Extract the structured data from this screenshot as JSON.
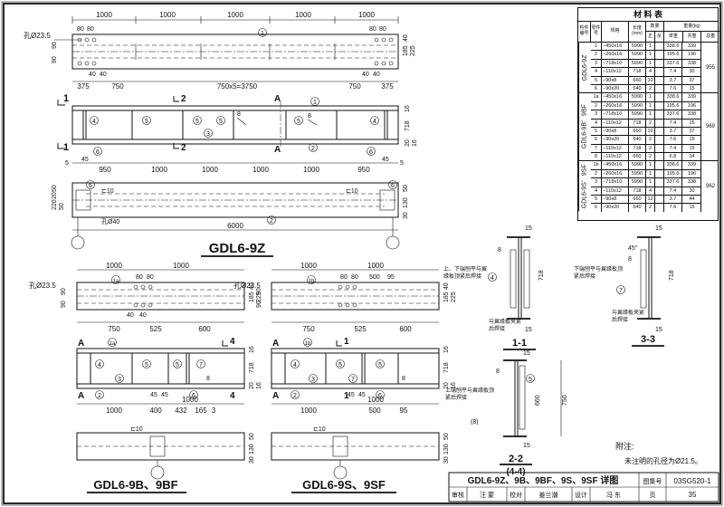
{
  "views": {
    "main": {
      "top": {
        "hole_label": "孔Ø23.5",
        "dims_top": [
          "1000",
          "1000",
          "1000",
          "1000",
          "1000"
        ],
        "dims_small": [
          "80",
          "80",
          "80",
          "80"
        ],
        "dims_40": [
          "40",
          "40",
          "40",
          "40"
        ],
        "dims_bottom": [
          "375",
          "750",
          "750x5=3750",
          "750",
          "375"
        ],
        "dims_side_left": [
          "90",
          "90"
        ],
        "dims_side_right": [
          "40",
          "185",
          "225"
        ],
        "marks": [
          "1"
        ]
      },
      "front": {
        "sec_left": "1",
        "sec_mid": "2",
        "sec_a": "A",
        "marks": [
          "4",
          "5",
          "5",
          "5",
          "5",
          "4",
          "3",
          "2",
          "1",
          "8",
          "6",
          "6",
          "8"
        ],
        "dims_bottom": [
          "950",
          "1000",
          "1000",
          "1000",
          "1000",
          "950"
        ],
        "dims_side": [
          "5",
          "45",
          "45",
          "5",
          "16",
          "718",
          "20",
          "16"
        ]
      },
      "bottom": {
        "label_left": "⊏10",
        "label_right": "⊏10",
        "hole": "孔Ø40",
        "length": "6000",
        "dims_left": [
          "50",
          "20",
          "220",
          "50"
        ],
        "dims_right": [
          "50",
          "130",
          "30"
        ],
        "marks": [
          "6",
          "6",
          "2"
        ]
      },
      "title": "GDL6-9Z"
    },
    "b": {
      "title": "GDL6-9B、9BF",
      "top": {
        "hole": "孔Ø23.5",
        "dims": [
          "1000",
          "1000",
          "80",
          "80",
          "40",
          "40",
          "750",
          "525",
          "600"
        ],
        "side": [
          "90",
          "90",
          "40",
          "185",
          "225"
        ],
        "mark": "1a"
      },
      "front": {
        "sec": "A",
        "sec4": "4",
        "marks": [
          "1a",
          "4",
          "5",
          "5",
          "7",
          "3",
          "2",
          "6",
          "8"
        ],
        "dims": [
          "1000",
          "1000",
          "400",
          "432",
          "165",
          "3",
          "45",
          "45"
        ],
        "side": [
          "16",
          "718",
          "20",
          "16"
        ]
      },
      "bottom": {
        "label": "⊏10",
        "side": [
          "50",
          "130",
          "30"
        ]
      }
    },
    "s": {
      "title": "GDL6-9S、9SF",
      "top": {
        "hole": "孔Ø23.5",
        "dims": [
          "1000",
          "1000",
          "80",
          "80",
          "500",
          "95",
          "750",
          "525",
          "600"
        ],
        "side": [
          "90",
          "90",
          "40",
          "185",
          "225"
        ],
        "mark": "1b"
      },
      "front": {
        "sec": "A",
        "sec1": "1",
        "marks": [
          "1b",
          "4",
          "5",
          "5",
          "7",
          "3",
          "2",
          "6",
          "8"
        ],
        "dims": [
          "1000",
          "1000",
          "500",
          "95",
          "45",
          "45"
        ],
        "side": [
          "16",
          "718",
          "20",
          "16"
        ]
      },
      "bottom": {
        "label": "⊏10",
        "side": [
          "50",
          "130",
          "30"
        ]
      }
    }
  },
  "sections": {
    "s11": {
      "title": "1-1",
      "note_top": "上、下端刨平与翼缘板顶紧后焊接",
      "note_bottom": "与翼缘板夹紧后焊接",
      "dims": [
        "15",
        "718",
        "15"
      ],
      "marks": [
        "8",
        "4"
      ]
    },
    "s33": {
      "title": "3-3",
      "note_top": "下端刨平与翼缘板顶紧后焊接",
      "note_bottom": "与翼缘板夹紧后焊接",
      "dims": [
        "15",
        "45°",
        "718",
        "15"
      ],
      "marks": [
        "8",
        "7"
      ]
    },
    "s22": {
      "title": "2-2",
      "subtitle": "(4-4)",
      "note": "上端刨平与翼缘板顶紧后焊接",
      "note_mark": "(8)",
      "dims": [
        "15",
        "660",
        "750",
        "15"
      ],
      "marks": [
        "8",
        "5"
      ]
    }
  },
  "table": {
    "title": "材 料 表",
    "headers": {
      "member": "构件编号",
      "part": "零件号",
      "spec": "规格",
      "length": "长度(mm)",
      "count": "数量",
      "pos": "正",
      "neg": "反",
      "weight": "重量(kg)",
      "single": "单重",
      "total_row": "共重",
      "sum": "总重"
    },
    "groups": [
      {
        "name": "GDL6-9Z",
        "total": "955",
        "rows": [
          [
            "1",
            "−450x16",
            "5990",
            "1",
            "",
            "338.6",
            "339"
          ],
          [
            "2",
            "−260x16",
            "5990",
            "1",
            "",
            "195.6",
            "196"
          ],
          [
            "3",
            "−718x10",
            "5990",
            "1",
            "",
            "337.6",
            "338"
          ],
          [
            "4",
            "−110x12",
            "718",
            "4",
            "",
            "7.4",
            "30"
          ],
          [
            "5",
            "−90x8",
            "660",
            "10",
            "",
            "3.7",
            "37"
          ],
          [
            "6",
            "−90x20",
            "540",
            "2",
            "",
            "7.6",
            "15"
          ]
        ]
      },
      {
        "name": "GDL6-9B、9BF",
        "total": "969",
        "rows": [
          [
            "1a",
            "−450x16",
            "5990",
            "1",
            "",
            "338.6",
            "339"
          ],
          [
            "2",
            "−260x16",
            "5990",
            "1",
            "",
            "195.6",
            "196"
          ],
          [
            "3",
            "−718x10",
            "5990",
            "1",
            "",
            "337.6",
            "338"
          ],
          [
            "4",
            "−110x12",
            "718",
            "2",
            "",
            "7.4",
            "15"
          ],
          [
            "5",
            "−90x8",
            "660",
            "10",
            "",
            "3.7",
            "37"
          ],
          [
            "6",
            "−90x20",
            "540",
            "2",
            "",
            "7.6",
            "15"
          ],
          [
            "7",
            "−110x12",
            "718",
            "2",
            "",
            "7.4",
            "15"
          ],
          [
            "8",
            "−110x12",
            "660",
            "2",
            "",
            "6.8",
            "14"
          ]
        ]
      },
      {
        "name": "GDL6-9S、9SF",
        "total": "962",
        "rows": [
          [
            "1b",
            "−450x16",
            "5990",
            "1",
            "",
            "338.6",
            "339"
          ],
          [
            "2",
            "−260x16",
            "5990",
            "1",
            "",
            "195.6",
            "196"
          ],
          [
            "3",
            "−718x10",
            "5990",
            "1",
            "",
            "337.6",
            "338"
          ],
          [
            "4",
            "−110x12",
            "718",
            "4",
            "",
            "7.4",
            "30"
          ],
          [
            "5",
            "−90x8",
            "660",
            "12",
            "",
            "3.7",
            "44"
          ],
          [
            "6",
            "−90x20",
            "540",
            "2",
            "",
            "7.6",
            "15"
          ]
        ]
      }
    ]
  },
  "note": {
    "title": "附注:",
    "text": "未注明的孔径为Ø21.5。"
  },
  "titleblock": {
    "title": "GDL6-9Z、9B、9BF、9S、9SF 详图",
    "atlas_label": "图集号",
    "atlas": "03SG520-1",
    "review": "审核",
    "reviewer": "汪 蒙",
    "check": "校对",
    "checker": "姜兰潮",
    "design": "设计",
    "designer": "冯 东",
    "page_label": "页",
    "page": "35"
  }
}
